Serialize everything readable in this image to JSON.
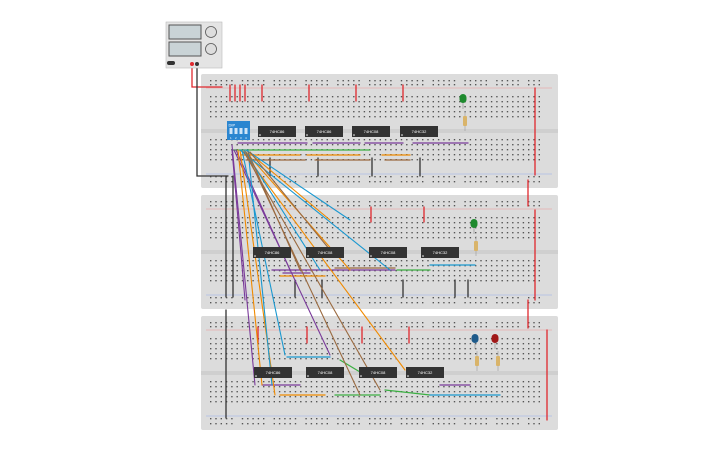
{
  "colors": {
    "breadboard": "#dcdcdc",
    "chip": "#333333",
    "wire_red": "#e0282e",
    "wire_black": "#333333",
    "wire_purple": "#7a3a9a",
    "wire_orange": "#f08a00",
    "wire_blue": "#1a98d0",
    "wire_brown": "#9a6a40",
    "wire_green": "#3cb043",
    "dip_switch": "#2b86d0",
    "led_green": "#1e8a2e",
    "led_blue": "#1e5a8a",
    "led_red": "#a01818"
  },
  "power_supply": {
    "icon": "power-supply"
  },
  "dip_switch": {
    "label": "DIP",
    "positions": [
      "1",
      "2",
      "3",
      "4"
    ]
  },
  "breadboards": [
    {
      "chips": [
        "74HC86",
        "74HC86",
        "74HC08",
        "74HC32"
      ],
      "leds": [
        "green"
      ]
    },
    {
      "chips": [
        "74HC86",
        "74HC08",
        "74HC08",
        "74HC32"
      ],
      "leds": [
        "green"
      ]
    },
    {
      "chips": [
        "74HC86",
        "74HC08",
        "74HC08",
        "74HC32"
      ],
      "leds": [
        "blue",
        "red"
      ]
    }
  ]
}
